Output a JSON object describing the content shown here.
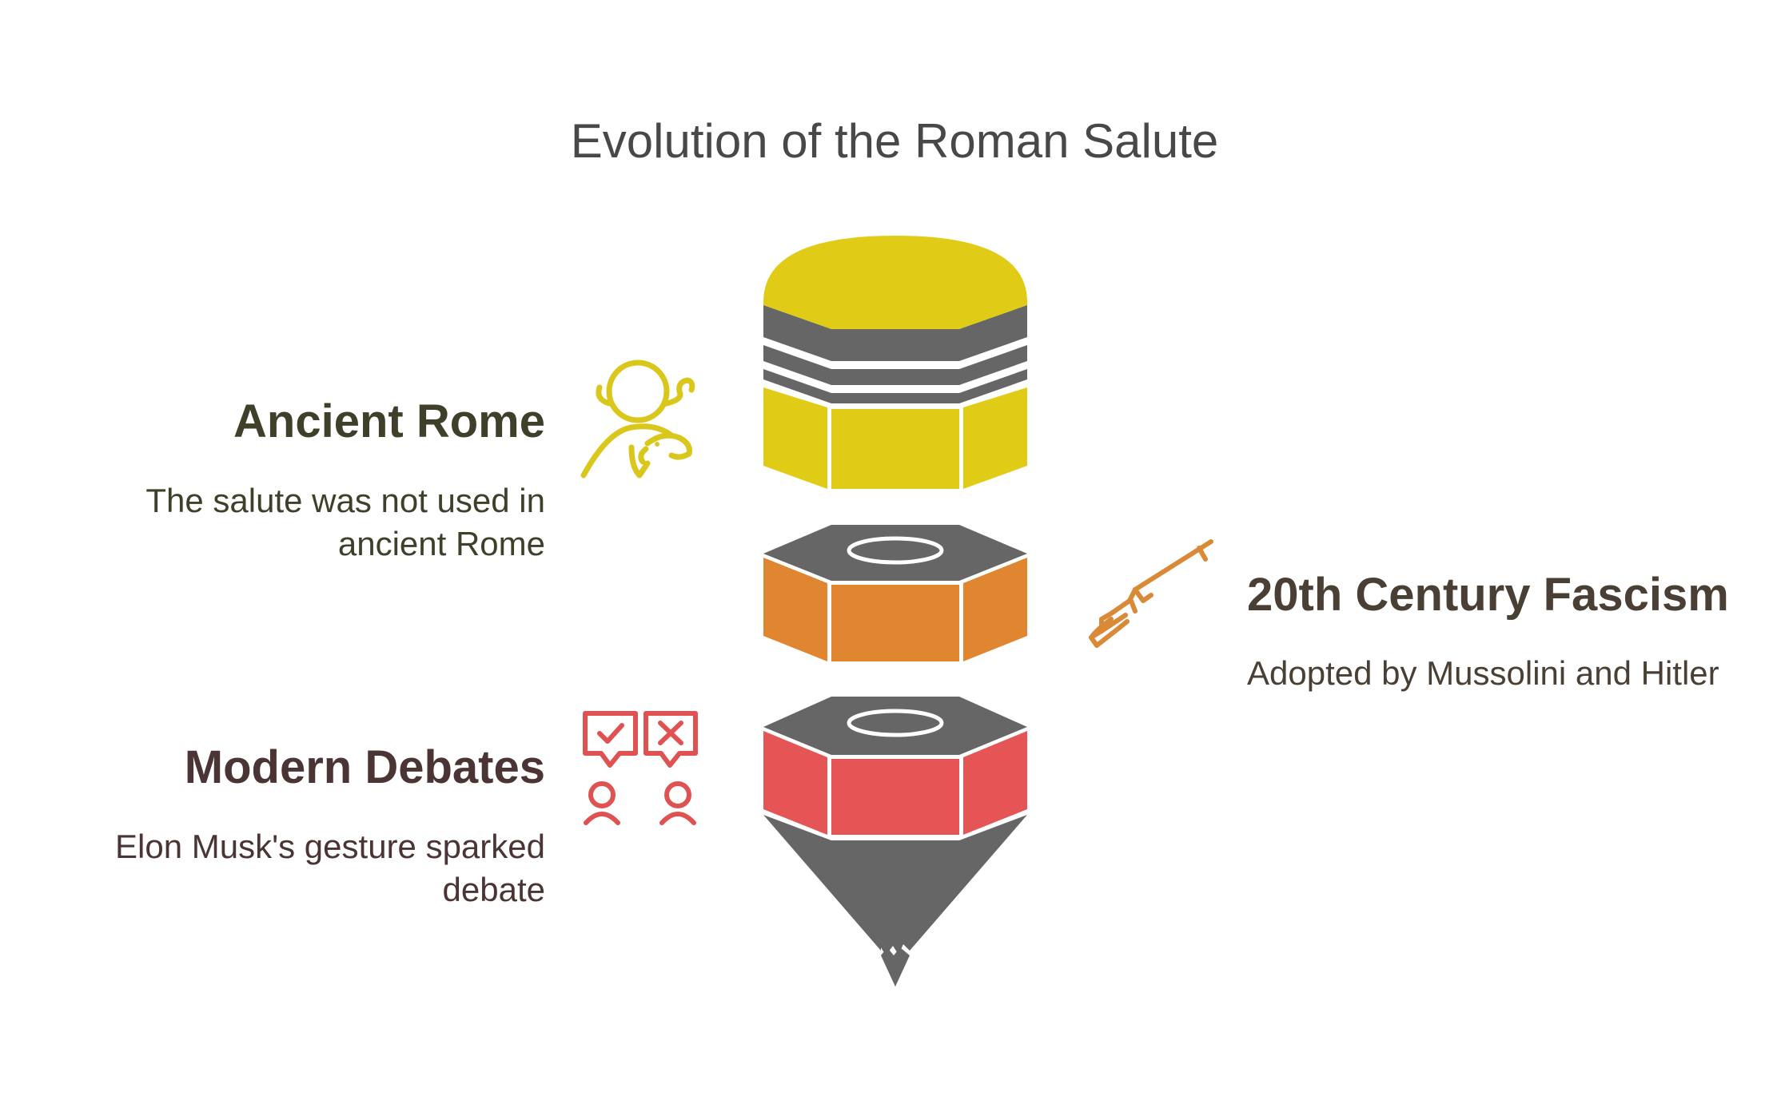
{
  "title": "Evolution of the Roman Salute",
  "colors": {
    "gray": "#666666",
    "yellow": "#e0cc16",
    "orange": "#e08530",
    "red": "#e65555",
    "icon_yellow": "#d9c71c",
    "icon_orange": "#d98a36",
    "icon_red": "#e05252"
  },
  "stages": [
    {
      "heading": "Ancient Rome",
      "description": "The salute was not used in ancient Rome",
      "icon": "roman-helmet-icon",
      "color": "#e0cc16"
    },
    {
      "heading": "20th Century Fascism",
      "description": "Adopted by Mussolini and Hitler",
      "icon": "rifle-icon",
      "color": "#e08530"
    },
    {
      "heading": "Modern Debates",
      "description": "Elon Musk's gesture sparked debate",
      "icon": "debate-people-icon",
      "color": "#e65555"
    }
  ]
}
